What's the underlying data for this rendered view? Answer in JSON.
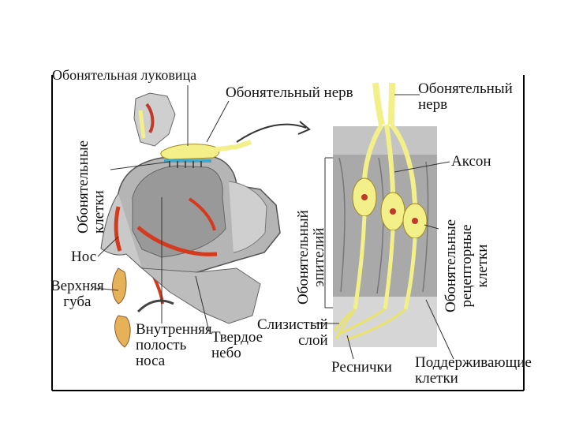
{
  "labels": {
    "olfactory_bulb": "Обонятельная луковица",
    "olfactory_nerve_left": "Обонятельный нерв",
    "olfactory_cells": [
      "Обонятельные",
      "клетки"
    ],
    "nose": "Нос",
    "upper_lip": [
      "Верхняя",
      "губа"
    ],
    "nasal_cavity": [
      "Внутренняя",
      "полость",
      "носа"
    ],
    "hard_palate": [
      "Твердое",
      "небо"
    ],
    "olfactory_nerve_right": [
      "Обонятельный",
      "нерв"
    ],
    "axon": "Аксон",
    "olfactory_epithelium": [
      "Обонятельный",
      "эпителий"
    ],
    "receptor_cells": [
      "Обонятельные",
      "рецепторные",
      "клетки"
    ],
    "mucous_layer": [
      "Слизистый",
      "слой"
    ],
    "cilia": "Реснички",
    "supporting_cells": [
      "Поддерживающие",
      "клетки"
    ]
  },
  "colors": {
    "nerve_yellow": "#f3f08a",
    "tissue_gray": "#a9a9a9",
    "tissue_light": "#d6d6d6",
    "vessel_red": "#d63a1e",
    "outline": "#555555"
  }
}
